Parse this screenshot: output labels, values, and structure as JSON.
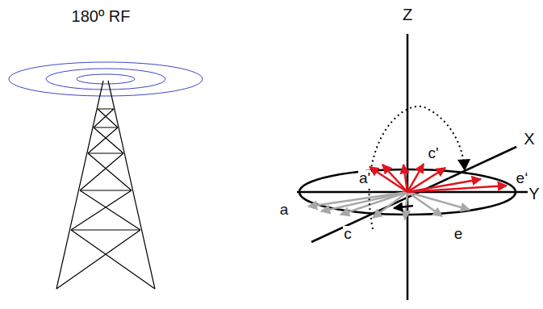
{
  "diagram": {
    "labels": [
      "180º RF",
      "Z",
      "X",
      "a'",
      "c'",
      "e‘",
      "Y",
      "a",
      "c",
      "e"
    ]
  }
}
